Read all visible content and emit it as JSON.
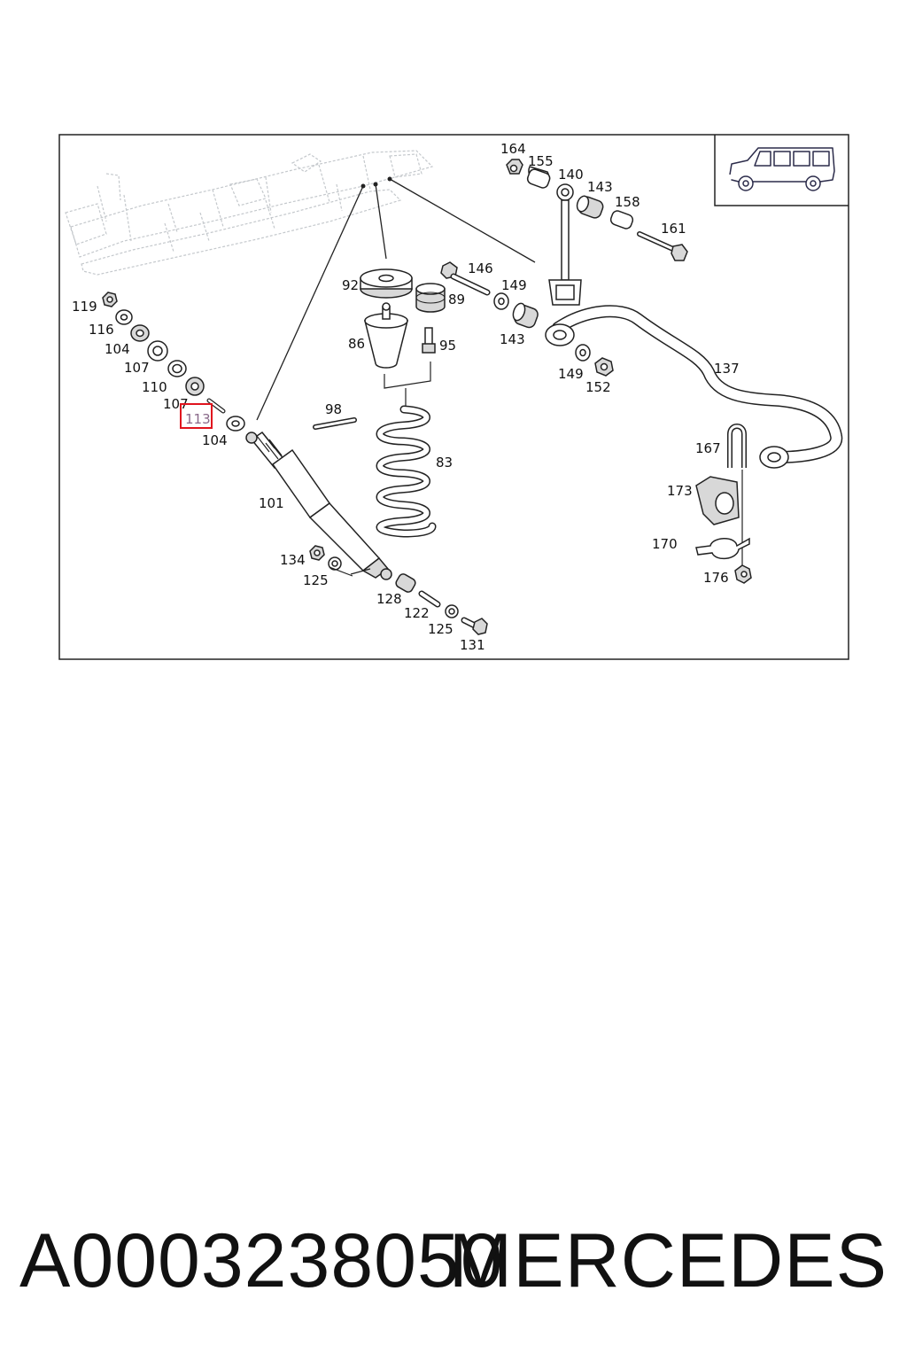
{
  "diagram": {
    "callouts": [
      "164",
      "155",
      "140",
      "143",
      "158",
      "161",
      "146",
      "149",
      "92",
      "89",
      "86",
      "95",
      "143",
      "149",
      "152",
      "137",
      "119",
      "116",
      "104",
      "107",
      "110",
      "107",
      "113",
      "104",
      "98",
      "83",
      "101",
      "167",
      "173",
      "170",
      "176",
      "134",
      "125",
      "128",
      "122",
      "125",
      "131"
    ],
    "highlighted": "113",
    "highlight_color": "#e0141e"
  },
  "footer": {
    "part_number": "A0003238050",
    "brand": "MERCEDES"
  }
}
